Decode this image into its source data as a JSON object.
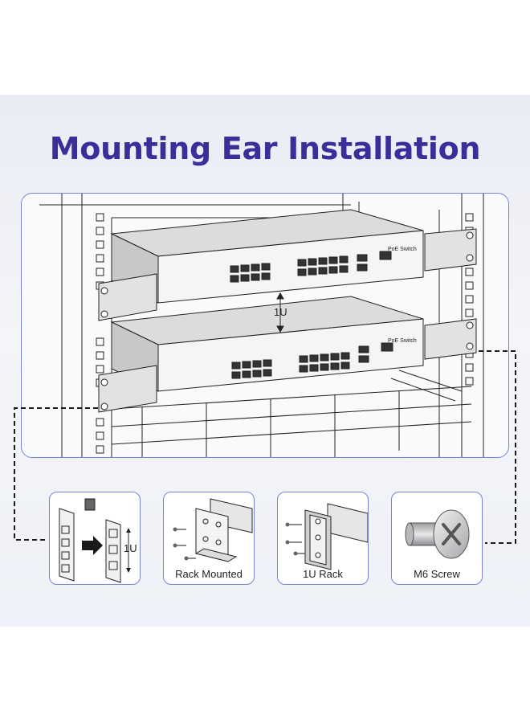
{
  "title": "Mounting Ear Installation",
  "rack": {
    "spacing_label": "1U",
    "devices": [
      {
        "label": "PoE Switch"
      },
      {
        "label": "PoE Switch"
      }
    ]
  },
  "details": [
    {
      "label": "",
      "spacing_label": "1U",
      "icon": "rack-ear-insertion-icon"
    },
    {
      "label": "Rack Mounted",
      "icon": "rack-bracket-icon"
    },
    {
      "label": "1U Rack",
      "icon": "1u-bracket-icon"
    },
    {
      "label": "M6 Screw",
      "icon": "m6-screw-icon"
    }
  ],
  "colors": {
    "title": "#3a2f9a",
    "panel_border": "#7a82d8",
    "line": "#1a1a1a"
  }
}
